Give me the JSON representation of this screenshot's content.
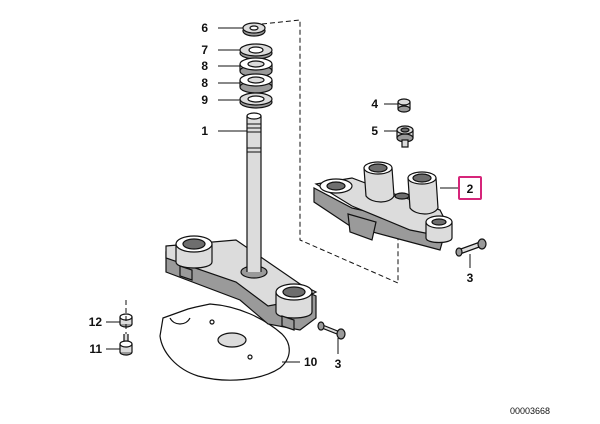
{
  "callouts": {
    "c6": "6",
    "c7": "7",
    "c8a": "8",
    "c8b": "8",
    "c9": "9",
    "c1": "1",
    "c4": "4",
    "c5": "5",
    "c2": "2",
    "c3a": "3",
    "c12": "12",
    "c11": "11",
    "c10": "10",
    "c3b": "3"
  },
  "diagram_id": "00003668",
  "colors": {
    "highlight": "#d6257a",
    "ink": "#111111",
    "background": "#ffffff"
  }
}
